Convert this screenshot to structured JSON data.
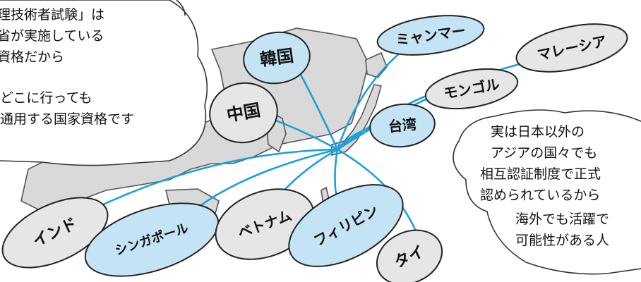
{
  "left_bubble": {
    "lines": [
      "理技術者試験」は",
      "省が実施している",
      "資格だから",
      "",
      "どこに行っても",
      "通用する国家資格です"
    ]
  },
  "right_bubble": {
    "lines": [
      "実は日本以外の",
      "アジアの国々でも",
      "相互認証制度で正式",
      "認められているから",
      "海外でも活躍で",
      "可能性がある人"
    ]
  },
  "countries": {
    "korea": "韓国",
    "china": "中国",
    "myanmar": "ミャンマー",
    "malaysia": "マレーシア",
    "mongolia": "モンゴル",
    "taiwan": "台湾",
    "india": "インド",
    "singapore": "シンガポール",
    "vietnam": "ベトナム",
    "philippines": "フィリピン",
    "thailand": "タイ"
  },
  "colors": {
    "line": "#1aa0dc",
    "bubble_blue": "#c4e4f6",
    "bubble_gray": "#e6e6e6",
    "land": "#d8d8d8"
  }
}
